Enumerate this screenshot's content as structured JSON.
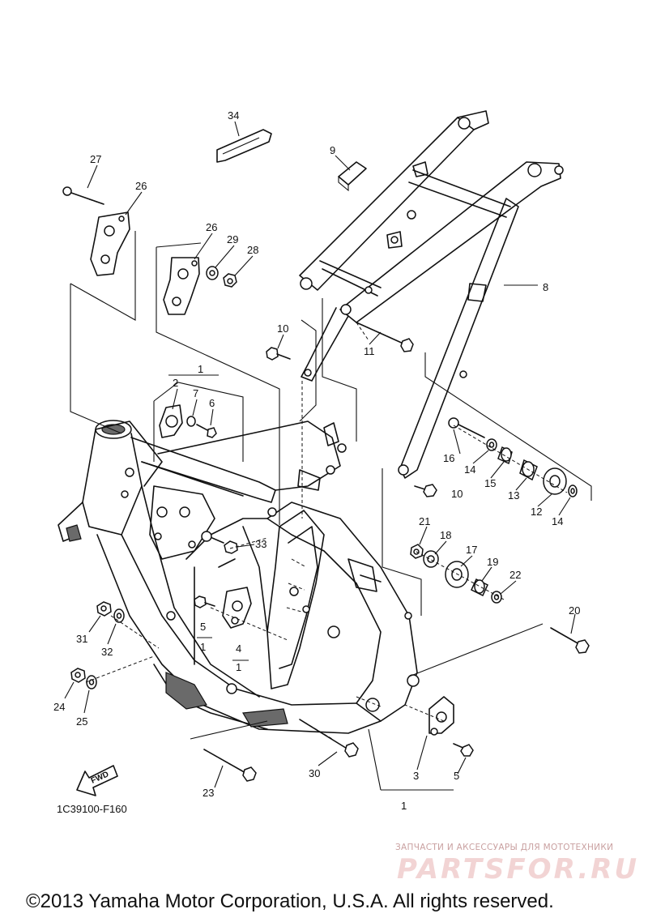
{
  "diagram_code": "1C39100-F160",
  "copyright": "©2013 Yamaha Motor Corporation, U.S.A. All rights reserved.",
  "watermark": {
    "tagline": "ЗАПЧАСТИ И АКСЕССУАРЫ ДЛЯ МОТОТЕХНИКИ",
    "brand": "PARTSFOR.RU"
  },
  "fwd_label": "FWD",
  "callouts": {
    "c34": "34",
    "c27": "27",
    "c26a": "26",
    "c26b": "26",
    "c29": "29",
    "c28": "28",
    "c9": "9",
    "c8": "8",
    "c10a": "10",
    "c11": "11",
    "c1a": "1",
    "c2": "2",
    "c7": "7",
    "c6": "6",
    "c16": "16",
    "c14a": "14",
    "c15": "15",
    "c13": "13",
    "c12": "12",
    "c14b": "14",
    "c10b": "10",
    "c21": "21",
    "c18": "18",
    "c17": "17",
    "c19": "19",
    "c22": "22",
    "c33": "33",
    "c5a": "5",
    "c1b": "1",
    "c4": "4",
    "c1c": "1",
    "c31": "31",
    "c32": "32",
    "c20": "20",
    "c24": "24",
    "c25": "25",
    "c23": "23",
    "c30": "30",
    "c3": "3",
    "c5b": "5",
    "c1d": "1"
  },
  "colors": {
    "line": "#111111",
    "watermark_red": "#f2d4d4",
    "background": "#ffffff"
  }
}
